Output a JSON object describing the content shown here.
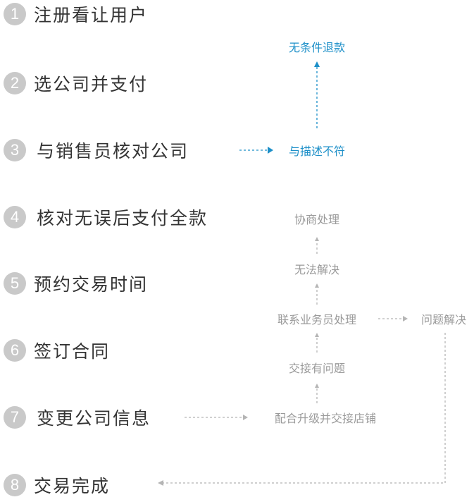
{
  "steps": [
    {
      "num": "1",
      "label": "注册看让用户"
    },
    {
      "num": "2",
      "label": "选公司并支付"
    },
    {
      "num": "3",
      "label": "与销售员核对公司"
    },
    {
      "num": "4",
      "label": "核对无误后支付全款"
    },
    {
      "num": "5",
      "label": "预约交易时间"
    },
    {
      "num": "6",
      "label": "签订合同"
    },
    {
      "num": "7",
      "label": "变更公司信息"
    },
    {
      "num": "8",
      "label": "交易完成"
    }
  ],
  "branches": {
    "refund": "无条件退款",
    "mismatch": "与描述不符",
    "negotiate": "协商处理",
    "unresolved": "无法解决",
    "contact": "联系业务员处理",
    "solved": "问题解决",
    "handover_issue": "交接有问题",
    "upgrade": "配合升级并交接店铺"
  },
  "colors": {
    "blue": "#1c8fc8",
    "gray": "#9a9a9a",
    "circle": "#c9c9c9"
  }
}
